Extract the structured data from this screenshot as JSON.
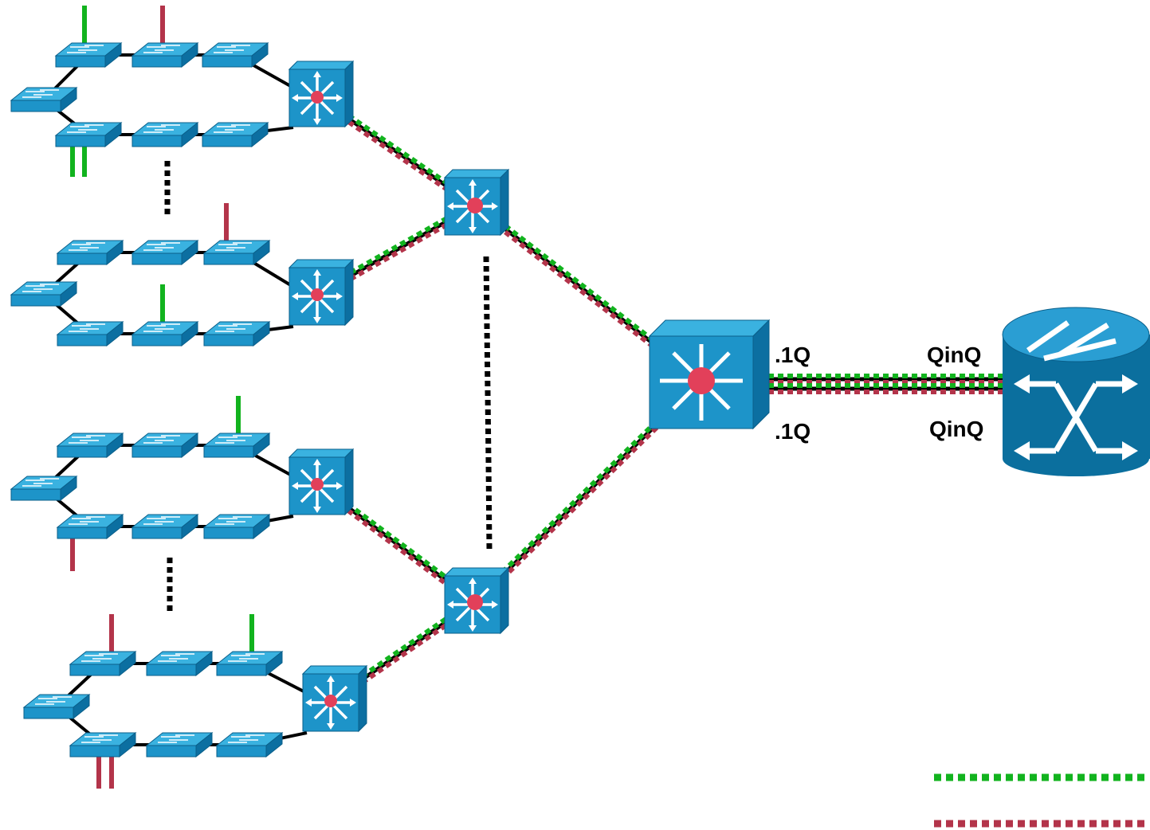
{
  "labels": {
    "upper_left": ".1Q",
    "lower_left": ".1Q",
    "upper_right": "QinQ",
    "lower_right": "QinQ"
  },
  "colors": {
    "link": "#000000",
    "green": "#12b31e",
    "red": "#b3344a",
    "device_front": "#1d94c9",
    "device_top": "#3ab2e0",
    "device_side": "#0c6fa1",
    "core_dot": "#e2405a",
    "router_body": "#0b6f9e",
    "router_top": "#2a9ed3"
  },
  "icons": {
    "access_switch": "access-switch-icon",
    "multilayer_switch": "multilayer-switch-icon",
    "router": "router-icon"
  }
}
